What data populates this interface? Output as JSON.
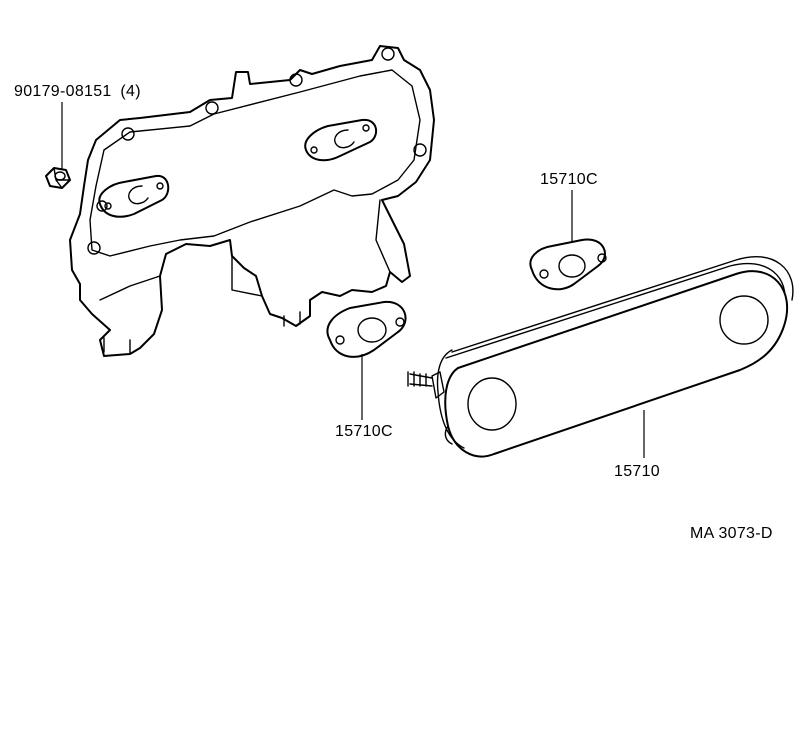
{
  "labels": {
    "nut_part": "90179-08151",
    "nut_qty": "(4)",
    "gasket_upper": "15710C",
    "gasket_lower": "15710C",
    "oil_cooler": "15710",
    "drawing_code": "MA  3073-D"
  }
}
